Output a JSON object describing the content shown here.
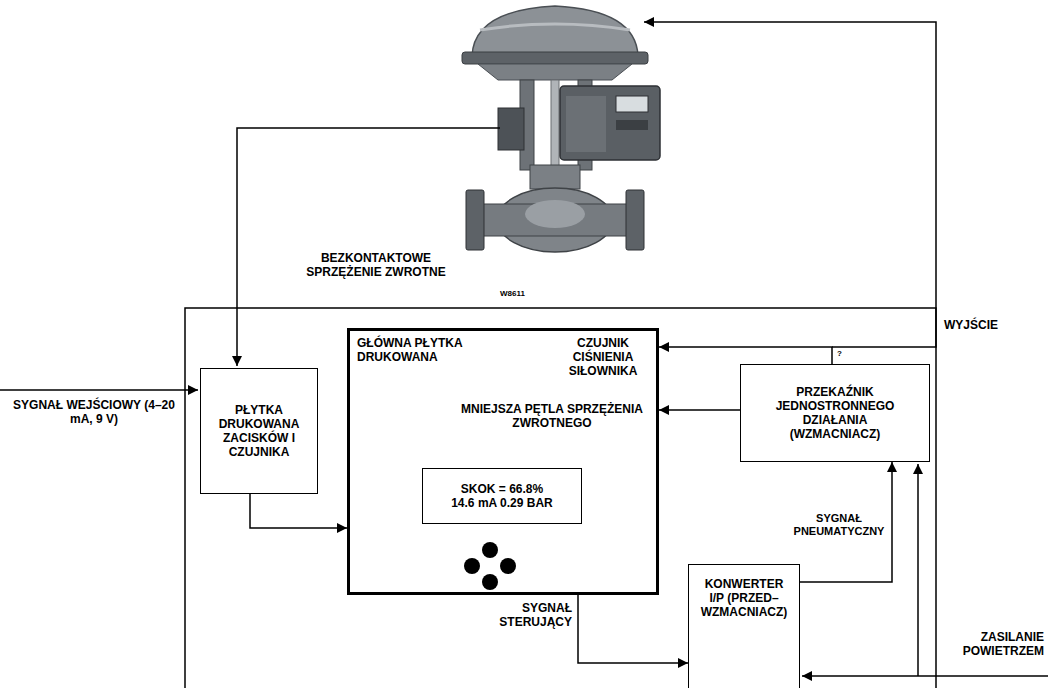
{
  "diagram": {
    "nodes": [
      {
        "text": [
          "PŁYTKA DRUKOWANA ZACISKÓW I CZUJNIKA"
        ]
      },
      {
        "text": [
          "GŁÓWNA PŁYTKA DRUKOWANA",
          "CZUJNIK CIŚNIENIA SIŁOWNIKA",
          "MNIEJSZA PĘTLA SPRZĘŻENIA ZWROTNEGO"
        ]
      },
      {
        "text": [
          "SKOK = 66.8%",
          "14.6 mA 0.29 BAR"
        ],
        "in": 1
      },
      {
        "text": [
          "PRZEKAŹNIK JEDNOSTRONNEGO DZIAŁANIA (WZMACNIACZ)"
        ]
      },
      {
        "text": [
          "KONWERTER I/P (PRZED–WZMACNIACZ)"
        ]
      }
    ],
    "edges": [
      {
        "from": 0,
        "to": 1,
        "arrow": "to"
      },
      {
        "from": 1,
        "to": 4,
        "arrow": "to",
        "label": "SYGNAŁ STERUJĄCY"
      },
      {
        "from": 4,
        "to": 3,
        "arrow": "to",
        "label": "SYGNAŁ PNEUMATYCZNY"
      },
      {
        "from": 3,
        "to": 1,
        "arrow": "to"
      },
      {
        "from": 3,
        "to": 1,
        "arrow": "to"
      }
    ],
    "labels": [
      "BEZKONTAKTOWE SPRZĘŻENIE ZWROTNE",
      "W8611",
      "WYJŚCIE",
      "SYGNAŁ WEJŚCIOWY (4–20 mA, 9 V)",
      "?",
      "ZASILANIE POWIETRZEM"
    ]
  }
}
